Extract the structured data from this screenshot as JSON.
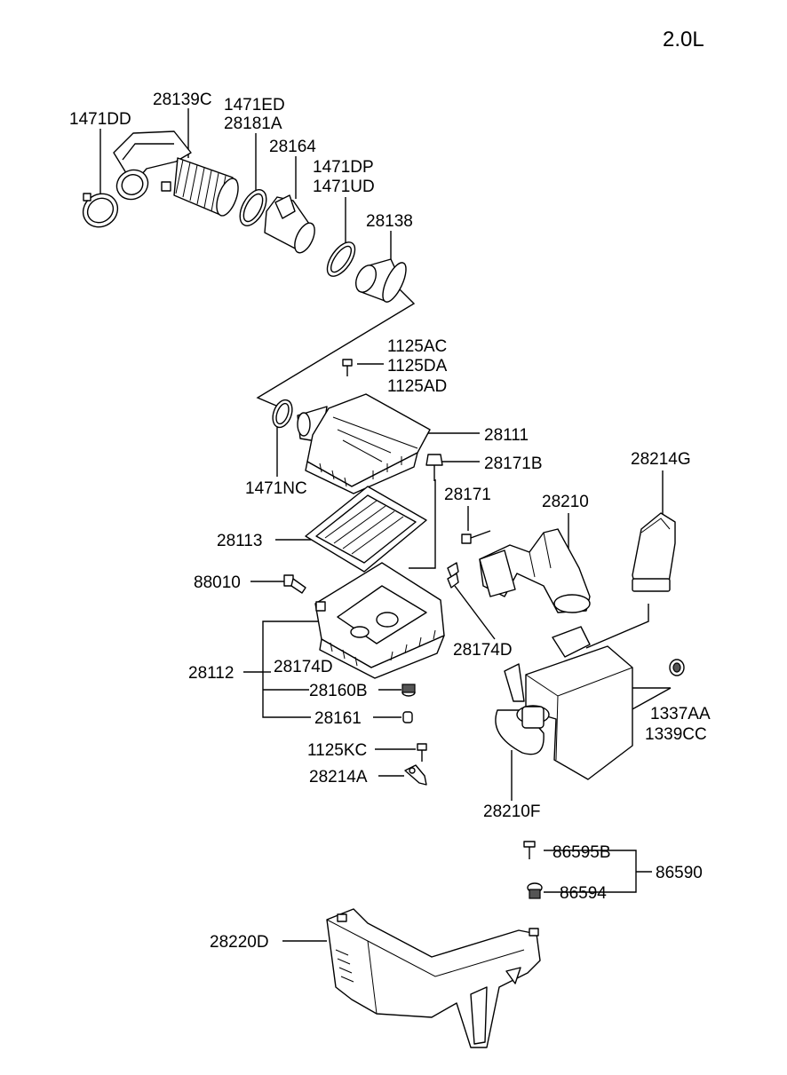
{
  "engine_label": "2.0L",
  "labels": {
    "l_1471DD": "1471DD",
    "l_28139C": "28139C",
    "l_1471ED": "1471ED",
    "l_28181A": "28181A",
    "l_28164": "28164",
    "l_1471DP": "1471DP",
    "l_1471UD": "1471UD",
    "l_28138": "28138",
    "l_1125AC": "1125AC",
    "l_1125DA": "1125DA",
    "l_1125AD": "1125AD",
    "l_28111": "28111",
    "l_28171B": "28171B",
    "l_1471NC": "1471NC",
    "l_28214G": "28214G",
    "l_28171": "28171",
    "l_28210": "28210",
    "l_28113": "28113",
    "l_88010": "88010",
    "l_28174D_r": "28174D",
    "l_28112": "28112",
    "l_28174D_l": "28174D",
    "l_28160B": "28160B",
    "l_28161": "28161",
    "l_1337AA": "1337AA",
    "l_1339CC": "1339CC",
    "l_1125KC": "1125KC",
    "l_28214A": "28214A",
    "l_28210F": "28210F",
    "l_86595B": "86595B",
    "l_86590": "86590",
    "l_86594": "86594",
    "l_28220D": "28220D"
  }
}
